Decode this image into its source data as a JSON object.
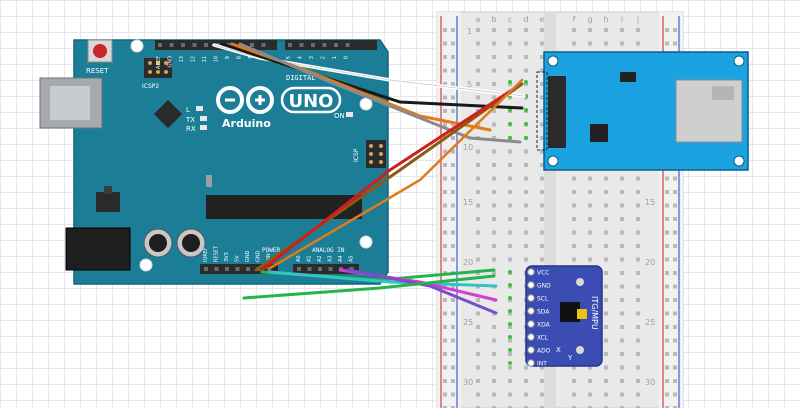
{
  "arduino": {
    "reset_label": "RESET",
    "icsp2_label": "ICSP2",
    "logo_text": "Arduino",
    "model": "UNO",
    "on_label": "ON",
    "tx_label": "TX",
    "rx_label": "RX",
    "l_label": "L",
    "icsp_label": "ICSP",
    "digital_label": "DIGITAL",
    "power_label": "POWER",
    "analog_label": "ANALOG IN",
    "top_pins": [
      "AREF",
      "GND",
      "13",
      "12",
      "11",
      "10",
      "9",
      "8",
      "7",
      "6",
      "5",
      "4",
      "3",
      "2",
      "1",
      "0"
    ],
    "power_pins": [
      "IOREF",
      "RESET",
      "3V3",
      "5V",
      "GND",
      "GND",
      "VIN"
    ],
    "analog_pins": [
      "A0",
      "A1",
      "A2",
      "A3",
      "A4",
      "A5"
    ]
  },
  "breadboard": {
    "left_cols": [
      "a",
      "b",
      "c",
      "d",
      "e"
    ],
    "right_cols": [
      "f",
      "g",
      "h",
      "i",
      "j"
    ],
    "row_numbers": [
      "1",
      "5",
      "10",
      "15",
      "20",
      "25",
      "30"
    ]
  },
  "mpu": {
    "pins": [
      "VCC",
      "GND",
      "SCL",
      "SDA",
      "XDA",
      "XCL",
      "ADO",
      "INT"
    ],
    "model": "ITG/MPU",
    "axis_x": "X",
    "axis_y": "Y"
  },
  "colors": {
    "arduino_board": "#1b7e96",
    "sd_module": "#1aa3e0",
    "mpu_board": "#3b4cb3",
    "wire_white": "#ffffff",
    "wire_black": "#1a1a1a",
    "wire_orange": "#e07b1a",
    "wire_grey": "#8a8a8a",
    "wire_brown": "#8a5a12",
    "wire_red": "#d11d1d",
    "wire_green": "#26b34a",
    "wire_cyan": "#32c3c3",
    "wire_magenta": "#d23fd2",
    "wire_purple": "#7a4ec9"
  }
}
